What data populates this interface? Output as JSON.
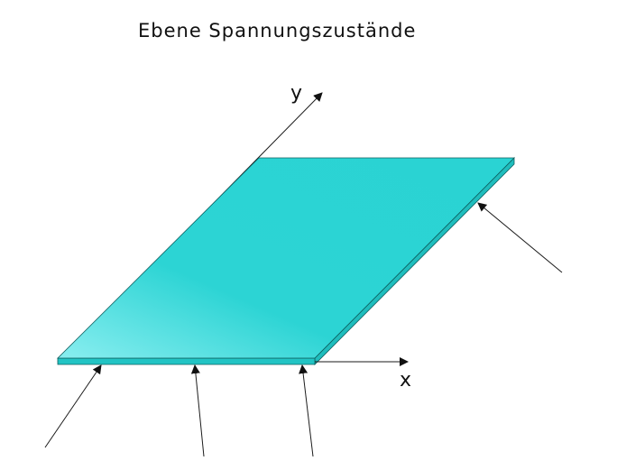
{
  "title": "Ebene Spannungszustände",
  "axes": {
    "x_label": "x",
    "y_label": "y"
  },
  "colors": {
    "plate_top_light": "#7ee8ea",
    "plate_top": "#2ad3d3",
    "plate_edge": "#1fb8b8",
    "plate_outline": "#0d5e5e",
    "line": "#1a1a1a"
  }
}
